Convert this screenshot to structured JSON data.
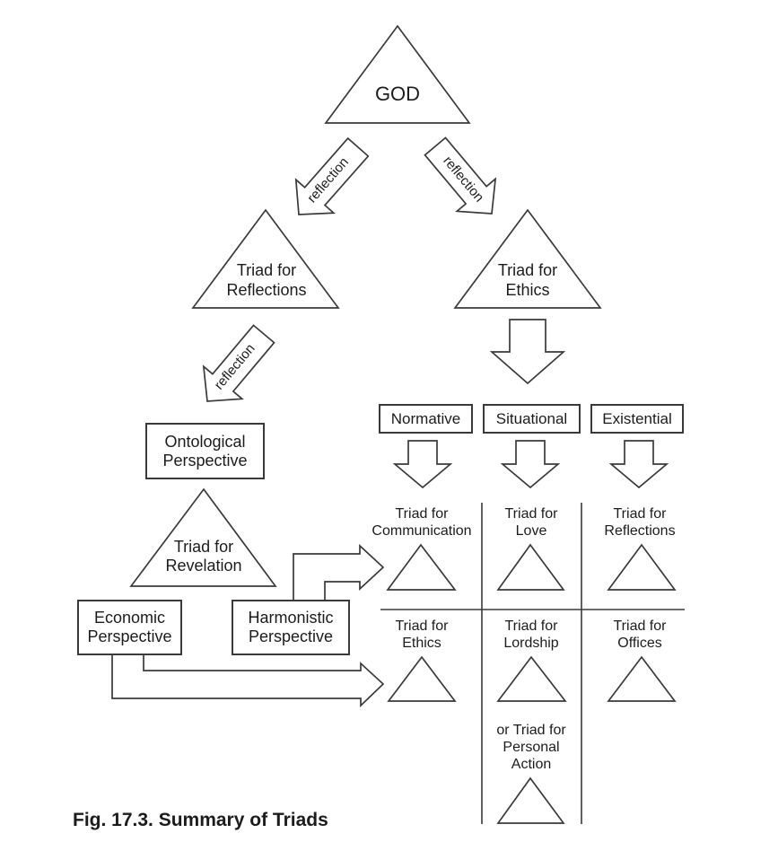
{
  "caption": "Fig. 17.3. Summary of Triads",
  "labels": {
    "god": "GOD",
    "reflection": "reflection"
  },
  "triangles": {
    "reflections": {
      "line1": "Triad for",
      "line2": "Reflections"
    },
    "ethics": {
      "line1": "Triad for",
      "line2": "Ethics"
    },
    "revelation": {
      "line1": "Triad for",
      "line2": "Revelation"
    }
  },
  "boxes": {
    "ontological": {
      "line1": "Ontological",
      "line2": "Perspective"
    },
    "economic": {
      "line1": "Economic",
      "line2": "Perspective"
    },
    "harmonistic": {
      "line1": "Harmonistic",
      "line2": "Perspective"
    },
    "normative": "Normative",
    "situational": "Situational",
    "existential": "Existential"
  },
  "grid": {
    "row1": [
      {
        "line1": "Triad for",
        "line2": "Communication"
      },
      {
        "line1": "Triad for",
        "line2": "Love"
      },
      {
        "line1": "Triad for",
        "line2": "Reflections"
      }
    ],
    "row2": [
      {
        "line1": "Triad for",
        "line2": "Ethics"
      },
      {
        "line1": "Triad for",
        "line2": "Lordship"
      },
      {
        "line1": "Triad for",
        "line2": "Offices"
      }
    ],
    "row3": {
      "line1": "or Triad for",
      "line2": "Personal",
      "line3": "Action"
    }
  },
  "colors": {
    "line": "#3a3a3a",
    "text": "#1c1c1c",
    "background": "#ffffff"
  }
}
